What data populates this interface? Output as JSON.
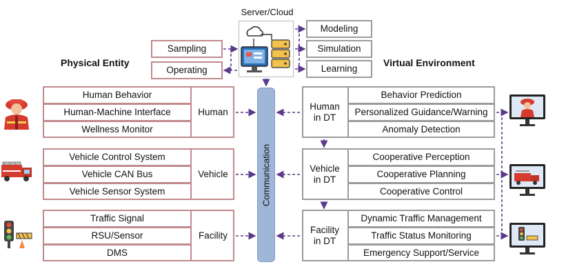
{
  "server": {
    "label": "Server/Cloud"
  },
  "headers": {
    "physical": "Physical Entity",
    "virtual": "Virtual Environment"
  },
  "top_left": [
    "Sampling",
    "Operating"
  ],
  "top_right": [
    "Modeling",
    "Simulation",
    "Learning"
  ],
  "communication": "Communication",
  "physical": {
    "human": {
      "label": "Human",
      "items": [
        "Human Behavior",
        "Human-Machine Interface",
        "Wellness Monitor"
      ]
    },
    "vehicle": {
      "label": "Vehicle",
      "items": [
        "Vehicle Control System",
        "Vehicle CAN Bus",
        "Vehicle Sensor System"
      ]
    },
    "facility": {
      "label": "Facility",
      "items": [
        "Traffic Signal",
        "RSU/Sensor",
        "DMS"
      ]
    }
  },
  "virtual": {
    "human": {
      "label_line1": "Human",
      "label_line2": "in DT",
      "items": [
        "Behavior Prediction",
        "Personalized Guidance/Warning",
        "Anomaly Detection"
      ]
    },
    "vehicle": {
      "label_line1": "Vehicle",
      "label_line2": "in DT",
      "items": [
        "Cooperative Perception",
        "Cooperative Planning",
        "Cooperative Control"
      ]
    },
    "facility": {
      "label_line1": "Facility",
      "label_line2": "in DT",
      "items": [
        "Dynamic Traffic Management",
        "Traffic Status Monitoring",
        "Emergency Support/Service"
      ]
    }
  },
  "icons": [
    "firefighter-icon",
    "fire-truck-icon",
    "traffic-light-icon",
    "server-cloud-icon",
    "monitor-firefighter-icon",
    "monitor-fire-truck-icon",
    "monitor-traffic-light-icon"
  ],
  "colors": {
    "physical_border": "#c0898c",
    "virtual_border": "#9a9a9a",
    "communication": "#9fb6d9",
    "arrow": "#5b3a8c"
  }
}
